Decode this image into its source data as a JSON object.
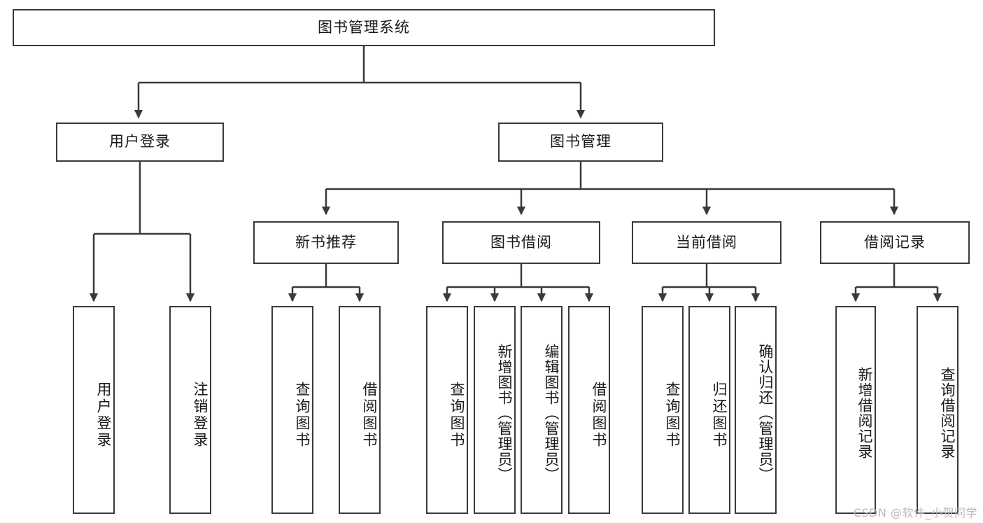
{
  "diagram": {
    "title": "图书管理系统",
    "watermark": "CSDN @软件_小贺同学",
    "line_color": "#3a3a3a",
    "box_border_color": "#3a3a3a",
    "box_fill_color": "#ffffff",
    "background_color": "#ffffff",
    "type": "tree",
    "root": {
      "label": "图书管理系统"
    },
    "level1": [
      {
        "label": "用户登录"
      },
      {
        "label": "图书管理"
      }
    ],
    "level2": [
      {
        "label": "新书推荐"
      },
      {
        "label": "图书借阅"
      },
      {
        "label": "当前借阅"
      },
      {
        "label": "借阅记录"
      }
    ],
    "leaves": {
      "user_login": [
        {
          "label": "用户登录"
        },
        {
          "label": "注销登录"
        }
      ],
      "new_book_recommend": [
        {
          "label": "查询图书"
        },
        {
          "label": "借阅图书"
        }
      ],
      "book_borrow": [
        {
          "label": "查询图书"
        },
        {
          "label": "新增图书（管理员）"
        },
        {
          "label": "编辑图书（管理员）"
        },
        {
          "label": "借阅图书"
        }
      ],
      "current_borrow": [
        {
          "label": "查询图书"
        },
        {
          "label": "归还图书"
        },
        {
          "label": "确认归还（管理员）"
        }
      ],
      "borrow_record": [
        {
          "label": "新增借阅记录"
        },
        {
          "label": "查询借阅记录"
        }
      ]
    }
  }
}
